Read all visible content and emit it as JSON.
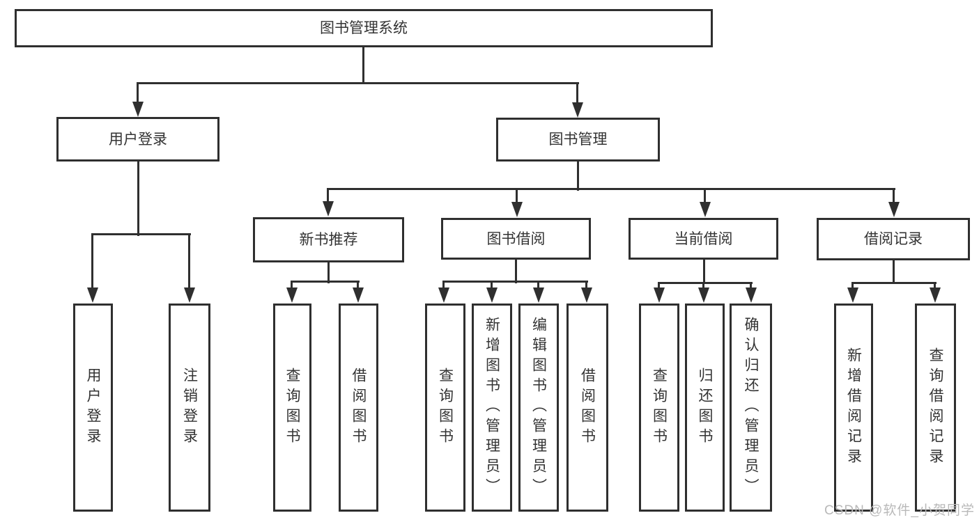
{
  "diagram": {
    "title": "图书管理系统",
    "type": "hierarchy-tree",
    "nodes": [
      {
        "id": "root",
        "label": "图书管理系统",
        "level": 1,
        "parent": null
      },
      {
        "id": "user-login",
        "label": "用户登录",
        "level": 2,
        "parent": "root"
      },
      {
        "id": "book-management",
        "label": "图书管理",
        "level": 2,
        "parent": "root"
      },
      {
        "id": "new-book-recommend",
        "label": "新书推荐",
        "level": 3,
        "parent": "book-management"
      },
      {
        "id": "book-borrowing",
        "label": "图书借阅",
        "level": 3,
        "parent": "book-management"
      },
      {
        "id": "current-borrowing",
        "label": "当前借阅",
        "level": 3,
        "parent": "book-management"
      },
      {
        "id": "borrowing-records",
        "label": "借阅记录",
        "level": 3,
        "parent": "book-management"
      },
      {
        "id": "leaf-user-login",
        "label": "用户登录",
        "level": 4,
        "parent": "user-login"
      },
      {
        "id": "leaf-logout",
        "label": "注销登录",
        "level": 4,
        "parent": "user-login"
      },
      {
        "id": "leaf-query-books-1",
        "label": "查询图书",
        "level": 4,
        "parent": "new-book-recommend"
      },
      {
        "id": "leaf-borrow-books-1",
        "label": "借阅图书",
        "level": 4,
        "parent": "new-book-recommend"
      },
      {
        "id": "leaf-query-books-2",
        "label": "查询图书",
        "level": 4,
        "parent": "book-borrowing"
      },
      {
        "id": "leaf-add-books",
        "label": "新增图书（管理员）",
        "level": 4,
        "parent": "book-borrowing"
      },
      {
        "id": "leaf-edit-books",
        "label": "编辑图书（管理员）",
        "level": 4,
        "parent": "book-borrowing"
      },
      {
        "id": "leaf-borrow-books-2",
        "label": "借阅图书",
        "level": 4,
        "parent": "book-borrowing"
      },
      {
        "id": "leaf-query-books-3",
        "label": "查询图书",
        "level": 4,
        "parent": "current-borrowing"
      },
      {
        "id": "leaf-return-books",
        "label": "归还图书",
        "level": 4,
        "parent": "current-borrowing"
      },
      {
        "id": "leaf-confirm-return",
        "label": "确认归还（管理员）",
        "level": 4,
        "parent": "current-borrowing"
      },
      {
        "id": "leaf-add-borrow-record",
        "label": "新增借阅记录",
        "level": 4,
        "parent": "borrowing-records"
      },
      {
        "id": "leaf-query-borrow-record",
        "label": "查询借阅记录",
        "level": 4,
        "parent": "borrowing-records"
      }
    ],
    "colors": {
      "line": "#2f2f2f",
      "box_border": "#2f2f2f",
      "text": "#333333",
      "background": "#ffffff",
      "watermark": "#b9b9b9"
    }
  },
  "watermark": {
    "text": "CSDN @软件_小贺同学"
  }
}
